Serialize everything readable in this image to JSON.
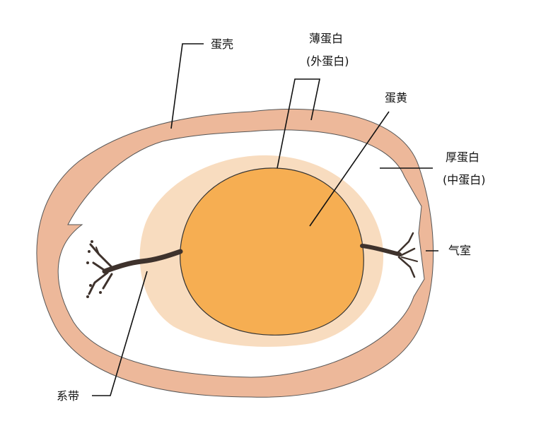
{
  "labels": {
    "shell": "蛋壳",
    "thin_albumen_line1": "薄蛋白",
    "thin_albumen_line2": "(外蛋白)",
    "yolk": "蛋黄",
    "thick_albumen_line1": "厚蛋白",
    "thick_albumen_line2": "(中蛋白)",
    "air_cell": "气室",
    "chalaza": "系带"
  },
  "colors": {
    "shell": "#EDB89A",
    "outline": "#555555",
    "thick_albumen": "#F8DCBF",
    "yolk": "#F6AE52",
    "chalaza": "#3E322C",
    "leader_line": "#111111",
    "text": "#111111"
  }
}
